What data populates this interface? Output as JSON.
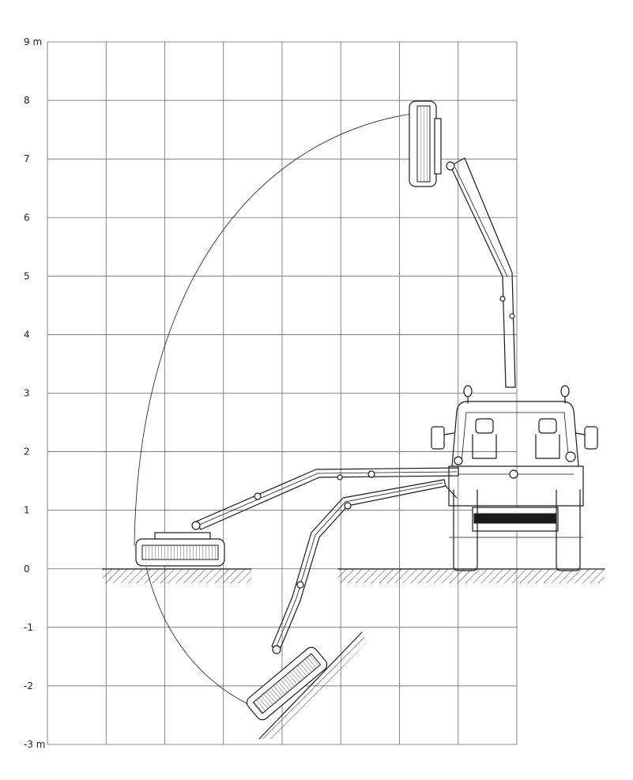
{
  "chart_data": {
    "type": "diagram",
    "y_ticks": [
      {
        "value": 9,
        "label": "9 m"
      },
      {
        "value": 8,
        "label": "8"
      },
      {
        "value": 7,
        "label": "7"
      },
      {
        "value": 6,
        "label": "6"
      },
      {
        "value": 5,
        "label": "5"
      },
      {
        "value": 4,
        "label": "4"
      },
      {
        "value": 3,
        "label": "3"
      },
      {
        "value": 2,
        "label": "2"
      },
      {
        "value": 1,
        "label": "1"
      },
      {
        "value": 0,
        "label": "0"
      },
      {
        "value": -1,
        "label": "-1"
      },
      {
        "value": -2,
        "label": "-2"
      },
      {
        "value": -3,
        "label": "-3 m"
      }
    ],
    "ylim": [
      -3,
      9
    ],
    "vertical_grid_lines": 9,
    "grid": true
  }
}
